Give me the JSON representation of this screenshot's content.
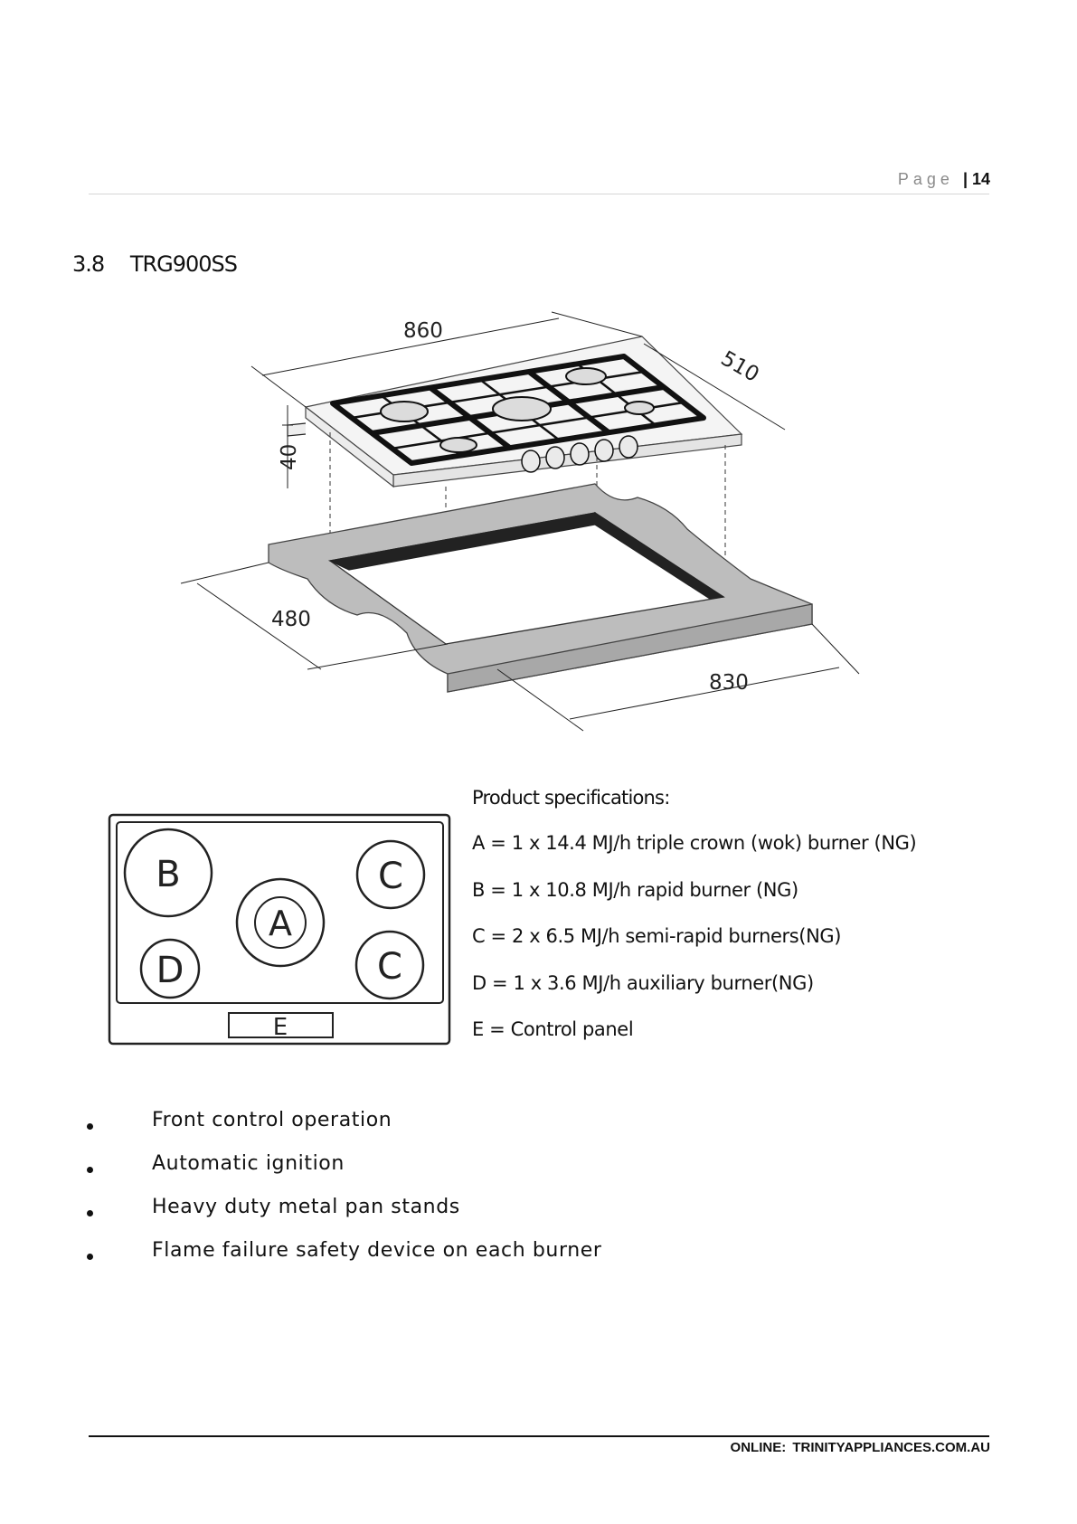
{
  "header": {
    "page_label": "Page",
    "page_number": "| 14"
  },
  "section": {
    "number": "3.8",
    "title": "TRG900SS"
  },
  "dimensions": {
    "width": "860",
    "depth": "510",
    "height": "40",
    "cutout_depth": "480",
    "cutout_width": "830"
  },
  "layout": {
    "burner_a": "A",
    "burner_b": "B",
    "burner_c1": "C",
    "burner_c2": "C",
    "burner_d": "D",
    "control_panel": "E"
  },
  "specs": {
    "title": "Product specifications:",
    "lines": [
      "A = 1 x 14.4 MJ/h triple crown  (wok)  burner (NG)",
      "B = 1 x 10.8 MJ/h rapid burner  (NG)",
      "C = 2 x 6.5 MJ/h semi-rapid burners(NG)",
      "D = 1 x 3.6 MJ/h auxiliary burner(NG)",
      "E = Control panel"
    ]
  },
  "features": [
    "Front control operation",
    "Automatic ignition",
    "Heavy duty metal pan stands",
    "Flame failure safety device on each burner"
  ],
  "footer": {
    "text": "ONLINE:  TRINITYAPPLIANCES.COM.AU"
  }
}
